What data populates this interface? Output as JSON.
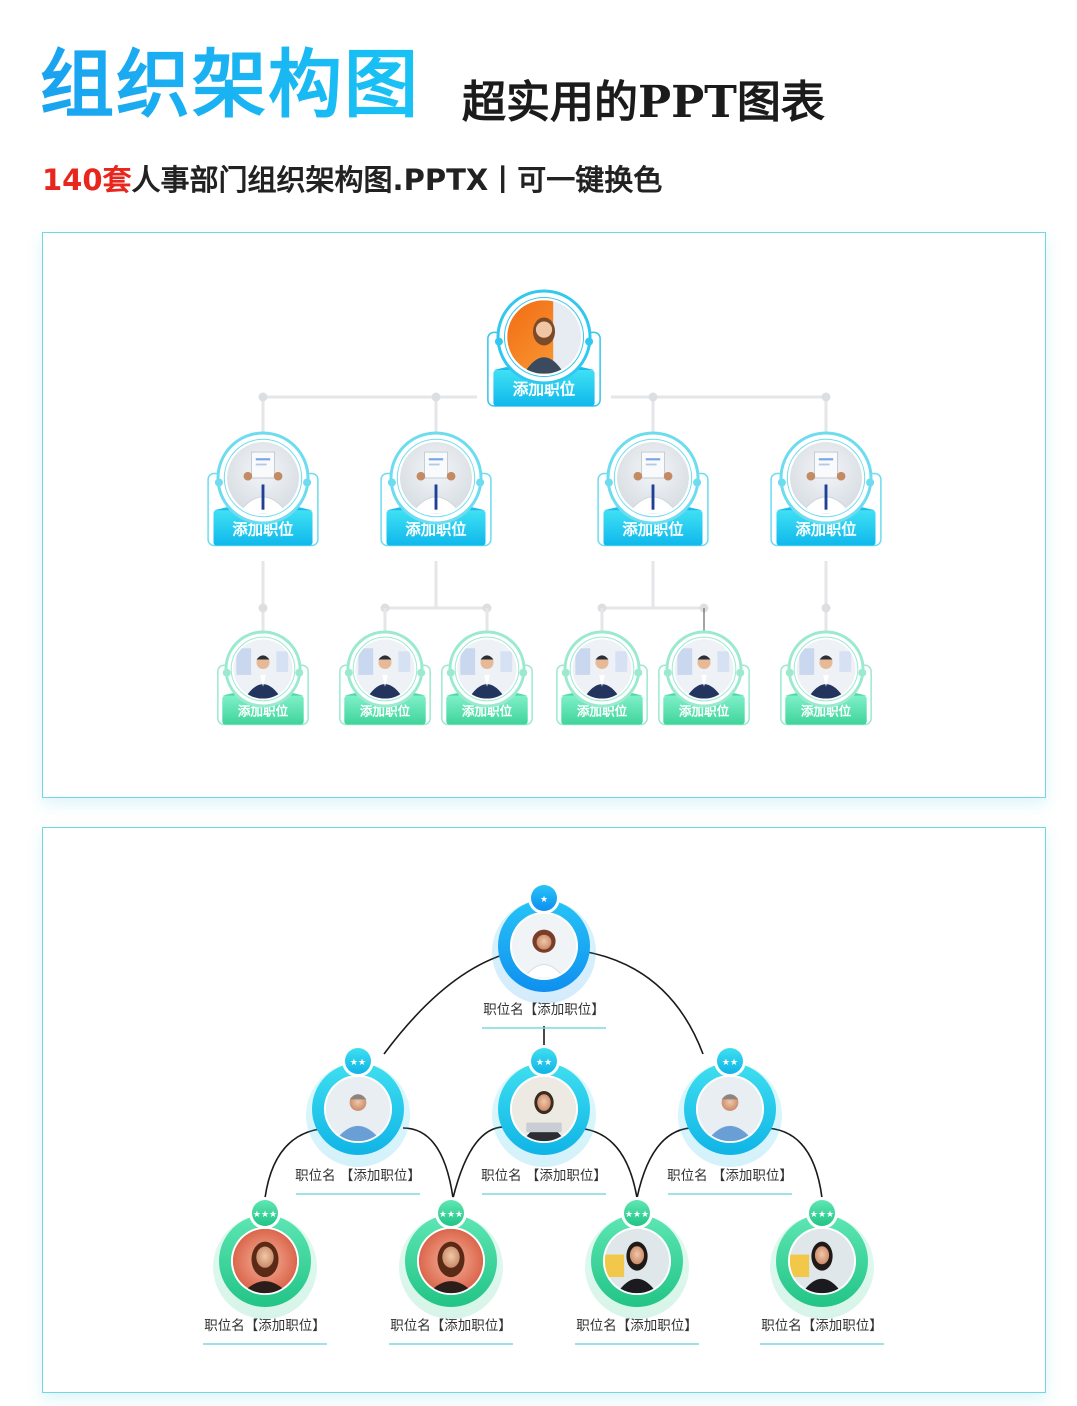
{
  "header": {
    "title": "组织架构图",
    "subtitle": "超实用的PPT图表",
    "line2_count": "140套",
    "line2_rest": "人事部门组织架构图.PPTX丨可一键换色"
  },
  "colors": {
    "accent_blue": "#1aa3f0",
    "cyan": "#18c6ea",
    "green": "#3fd49b",
    "red": "#e8261e"
  },
  "chart1": {
    "top": {
      "label": "添加职位"
    },
    "level2": [
      {
        "label": "添加职位"
      },
      {
        "label": "添加职位"
      },
      {
        "label": "添加职位"
      },
      {
        "label": "添加职位"
      }
    ],
    "level3": [
      {
        "label": "添加职位"
      },
      {
        "label": "添加职位"
      },
      {
        "label": "添加职位"
      },
      {
        "label": "添加职位"
      },
      {
        "label": "添加职位"
      },
      {
        "label": "添加职位"
      }
    ]
  },
  "chart2": {
    "top": {
      "label": "职位名【添加职位】",
      "stars": "★"
    },
    "level2": [
      {
        "label": "职位名 【添加职位】",
        "stars": "★★"
      },
      {
        "label": "职位名 【添加职位】",
        "stars": "★★"
      },
      {
        "label": "职位名 【添加职位】",
        "stars": "★★"
      }
    ],
    "level3": [
      {
        "label": "职位名【添加职位】",
        "stars": "★★★"
      },
      {
        "label": "职位名【添加职位】",
        "stars": "★★★"
      },
      {
        "label": "职位名【添加职位】",
        "stars": "★★★"
      },
      {
        "label": "职位名【添加职位】",
        "stars": "★★★"
      }
    ]
  }
}
